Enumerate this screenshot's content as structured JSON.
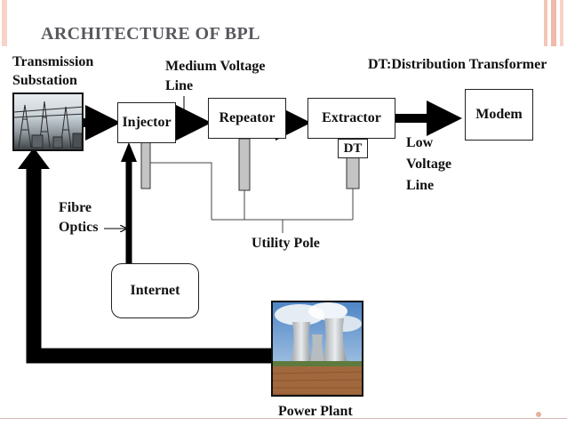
{
  "slide": {
    "title": "ARCHITECTURE OF BPL"
  },
  "diagram": {
    "transmission_substation": {
      "line1": "Transmission",
      "line2": "Substation"
    },
    "medium_voltage_line": {
      "line1": "Medium Voltage",
      "line2": "Line"
    },
    "dt_legend": "DT:Distribution Transformer",
    "injector": "Injector",
    "repeator": "Repeator",
    "extractor": "Extractor",
    "dt": "DT",
    "modem": "Modem",
    "low_voltage_line": {
      "line1": "Low",
      "line2": "Voltage",
      "line3": "Line"
    },
    "fibre_optics": {
      "line1": "Fibre",
      "line2": "Optics"
    },
    "utility_pole": "Utility Pole",
    "internet": "Internet",
    "power_plant": "Power Plant"
  },
  "colors": {
    "title_gray": "#58585f",
    "accent_salmon": "#f2c2b3",
    "arrow_black": "#000000"
  },
  "icons": [
    "substation-photo",
    "power-plant-photo"
  ]
}
